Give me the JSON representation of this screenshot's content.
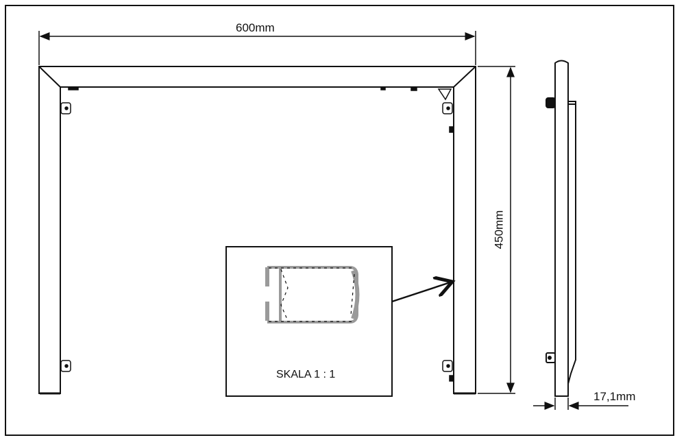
{
  "drawing": {
    "width_dimension": "600mm",
    "height_dimension": "450mm",
    "depth_dimension": "17,1mm",
    "detail_scale_label": "SKALA 1 : 1"
  },
  "colors": {
    "line": "#111111",
    "profile": "#9a9a9a",
    "background": "#ffffff"
  }
}
